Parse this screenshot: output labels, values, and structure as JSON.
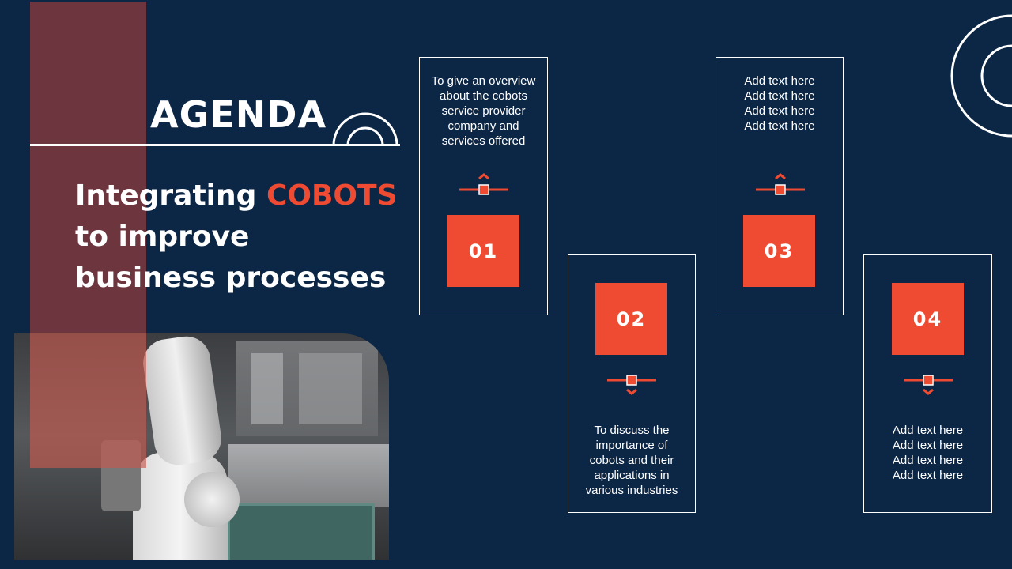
{
  "colors": {
    "background": "#0c2645",
    "accent": "#ef4b33",
    "accent_column": "#6d363f",
    "text": "#ffffff"
  },
  "header": {
    "title": "AGENDA"
  },
  "subtitle": {
    "part1": "Integrating ",
    "highlight": "COBOTS",
    "line2": "to improve",
    "line3": "business processes"
  },
  "photo": {
    "description_icon": "robot-arm-photo"
  },
  "cards": [
    {
      "number": "01",
      "lines": [
        "To give an overview",
        "about the cobots",
        "service provider",
        "company and",
        "services offered"
      ],
      "marker_icon": "chevron-up-icon"
    },
    {
      "number": "02",
      "lines": [
        "To discuss the",
        "importance of",
        "cobots and their",
        "applications in",
        "various industries"
      ],
      "marker_icon": "chevron-down-icon"
    },
    {
      "number": "03",
      "lines": [
        "Add text here",
        "Add text here",
        "Add text here",
        "Add text here"
      ],
      "marker_icon": "chevron-up-icon"
    },
    {
      "number": "04",
      "lines": [
        "Add text here",
        "Add text here",
        "Add text here",
        "Add text here"
      ],
      "marker_icon": "chevron-down-icon"
    }
  ]
}
